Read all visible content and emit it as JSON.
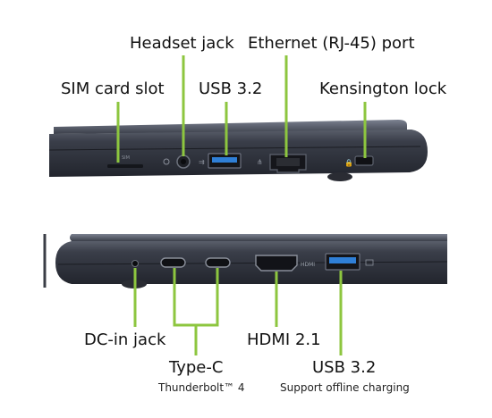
{
  "colors": {
    "accent": "#8dc63f",
    "chassis": "#2a2d36",
    "chassis_light": "#4a4f5c",
    "port_blue": "#2f7fd6"
  },
  "top_view": {
    "labels": {
      "sim": "SIM card slot",
      "headset": "Headset jack",
      "usb": "USB 3.2",
      "ethernet": "Ethernet (RJ-45) port",
      "kensington": "Kensington lock"
    }
  },
  "bottom_view": {
    "labels": {
      "dc": "DC-in jack",
      "typec": "Type-C",
      "typec_sub": "Thunderbolt™ 4",
      "hdmi": "HDMI 2.1",
      "usb": "USB 3.2",
      "usb_sub": "Support offline charging"
    }
  }
}
